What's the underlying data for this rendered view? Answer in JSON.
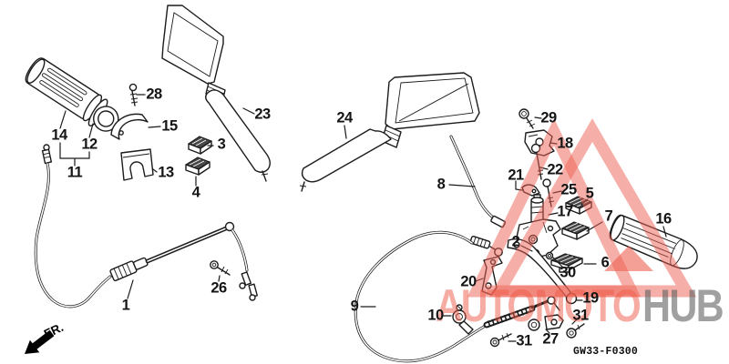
{
  "diagram": {
    "drawing_code": "GW33-F0300",
    "direction_label": "FR.",
    "watermark": {
      "brand_part1": "AUTOMOTO",
      "brand_part2": "HUB",
      "accent_color": "#EC5A48",
      "gray_color": "#6E6E6E"
    },
    "callouts": {
      "c1": "1",
      "c2": "2",
      "c3": "3",
      "c4": "4",
      "c5": "5",
      "c6": "6",
      "c7": "7",
      "c8": "8",
      "c9": "9",
      "c10": "10",
      "c11": "11",
      "c12": "12",
      "c13": "13",
      "c14": "14",
      "c15": "15",
      "c16": "16",
      "c17": "17",
      "c18": "18",
      "c19": "19",
      "c20": "20",
      "c21": "21",
      "c22": "22",
      "c23": "23",
      "c24": "24",
      "c25": "25",
      "c26": "26",
      "c27": "27",
      "c28": "28",
      "c29": "29",
      "c30": "30",
      "c31a": "31",
      "c31b": "31"
    }
  }
}
